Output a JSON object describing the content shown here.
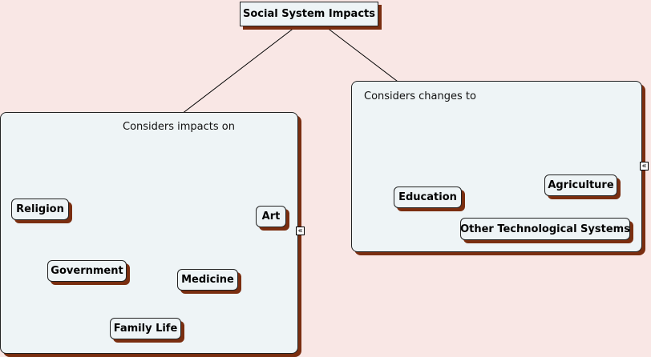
{
  "root": {
    "label": "Social System Impacts"
  },
  "left_group": {
    "link_label": "Considers impacts on",
    "collapse_glyph": "«",
    "concepts": [
      "Religion",
      "Government",
      "Family Life",
      "Medicine",
      "Art"
    ]
  },
  "right_group": {
    "link_label": "Considers changes to",
    "collapse_glyph": "«",
    "concepts": [
      "Education",
      "Other Technological Systems",
      "Agriculture"
    ]
  }
}
